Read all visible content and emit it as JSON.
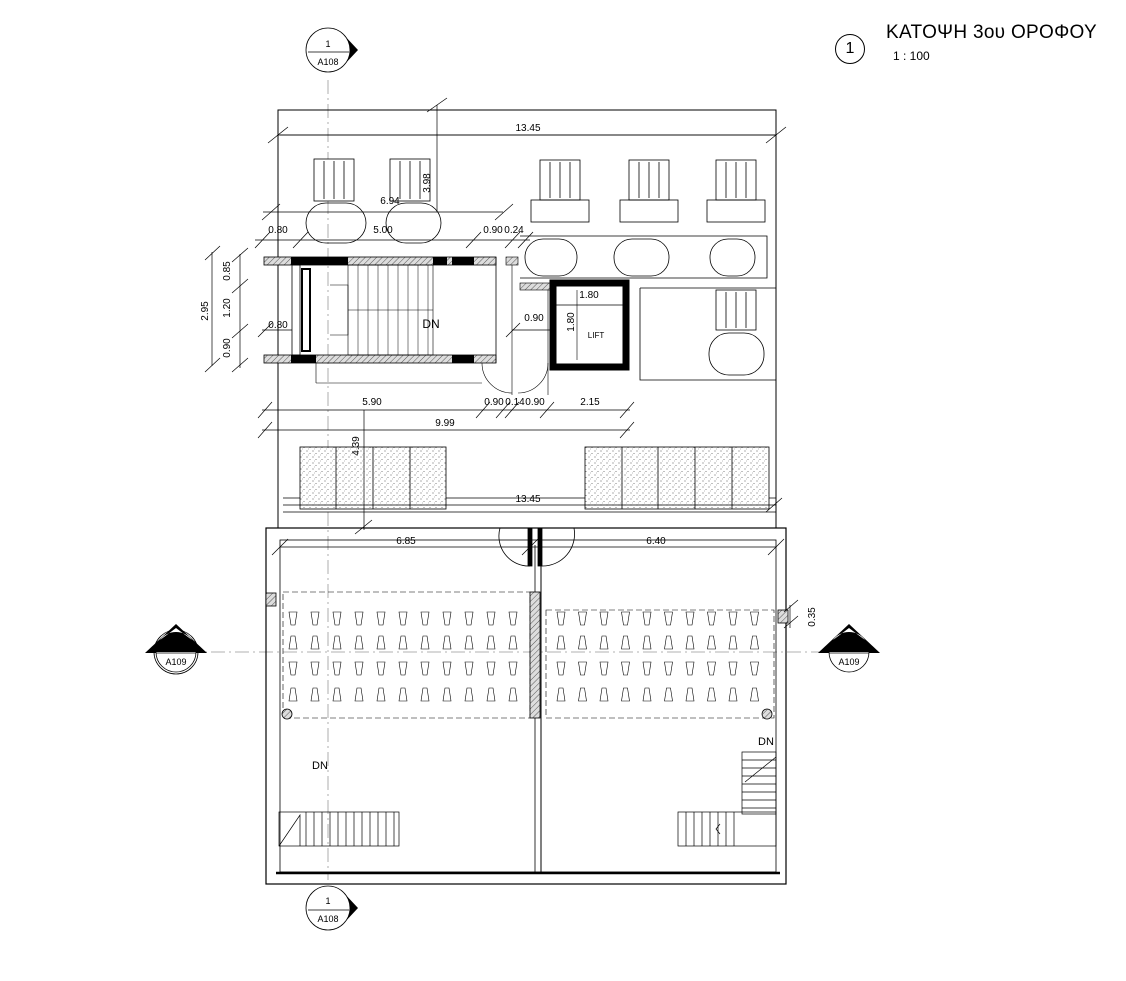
{
  "view": {
    "number": "1",
    "title": "ΚΑΤΟΨΗ 3ου ΟΡΟΦΟΥ",
    "scale": "1 : 100"
  },
  "section_markers": [
    {
      "id": "top",
      "number": "1",
      "sheet": "A108"
    },
    {
      "id": "bottom",
      "number": "1",
      "sheet": "A108"
    },
    {
      "id": "left",
      "number": "1",
      "sheet": "A109"
    },
    {
      "id": "right",
      "number": "1",
      "sheet": "A109"
    }
  ],
  "dimensions": {
    "overall_top": "13.45",
    "overall_mid": "13.45",
    "d_694": "6.94",
    "d_398": "3.98",
    "d_080_a": "0.80",
    "d_500": "5.00",
    "d_090_a": "0.90",
    "d_024": "0.24",
    "d_085": "0.85",
    "d_295": "2.95",
    "d_120": "1.20",
    "d_080_b": "0.80",
    "d_090_b": "0.90",
    "d_180_a": "1.80",
    "d_180_b": "1.80",
    "d_090_c": "0.90",
    "d_590": "5.90",
    "d_090_d": "0.90",
    "d_014": "0.14",
    "d_090_e": "0.90",
    "d_215": "2.15",
    "d_999": "9.99",
    "d_439": "4.39",
    "d_685": "6.85",
    "d_640": "6.40",
    "d_035": "0.35"
  },
  "labels": {
    "stair_dn": "DN",
    "lift": "LIFT",
    "dn_left": "DN",
    "dn_right": "DN"
  }
}
